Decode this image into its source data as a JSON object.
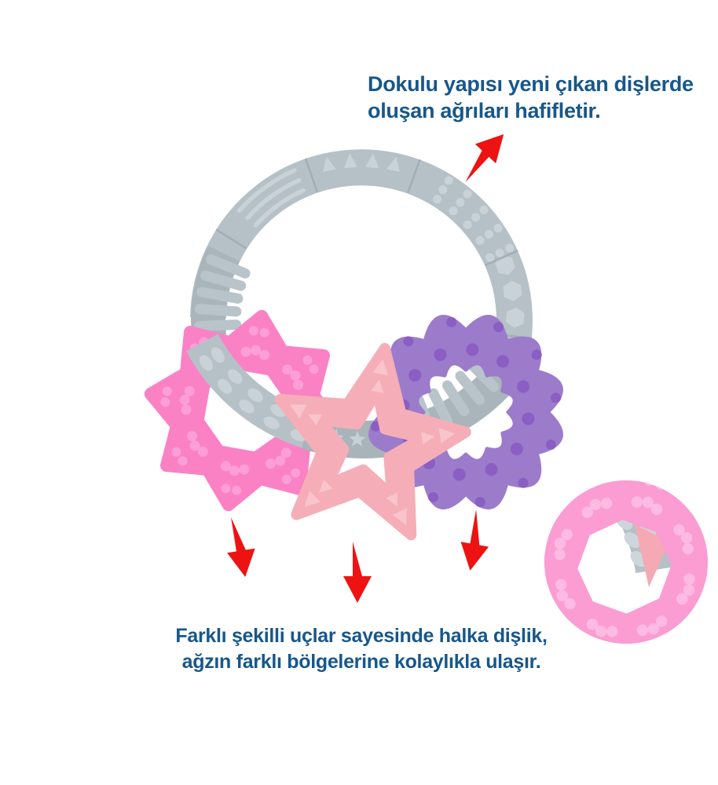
{
  "captions": {
    "top": {
      "line1": "Dokulu yapısı yeni çıkan dişlerde",
      "line2": "oluşan ağrıları hafifletir."
    },
    "bottom": {
      "line1": "Farklı şekilli uçlar sayesinde halka dişlik,",
      "line2": "ağzın farklı bölgelerine kolaylıkla ulaşır."
    }
  },
  "colors": {
    "background": "#FFFFFF",
    "caption_text": "#17578B",
    "arrow_red": "#ED1313",
    "ring_gray": "#B6C1C7",
    "ring_gray_dark": "#A9B4BB",
    "ring_texture_light": "#C9D3D7",
    "charm_pink": "#FB81C5",
    "charm_pink_dots": "#FD9FD6",
    "charm_salmon": "#F5AEB8",
    "charm_salmon_bumps": "#F9C4CB",
    "charm_purple": "#9C7BCB",
    "charm_purple_dots": "#8A5EC2",
    "inset_pink": "#FB9CD3"
  },
  "icons": {
    "arrow_up_right": "red arrow pointing up-right to top caption",
    "arrow_down_left": "red arrow pointing down from pink star charm",
    "arrow_down_center": "red arrow pointing down from salmon star charm",
    "arrow_down_right": "red arrow pointing down from purple flower charm"
  }
}
